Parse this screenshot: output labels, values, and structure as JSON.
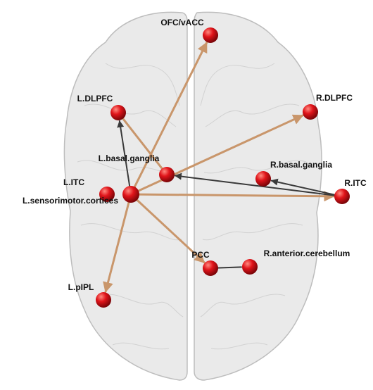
{
  "nodes": [
    {
      "id": "ofc",
      "label": "OFC/vACC"
    },
    {
      "id": "ldlpfc",
      "label": "L.DLPFC"
    },
    {
      "id": "rdlpfc",
      "label": "R.DLPFC"
    },
    {
      "id": "lbg",
      "label": "L.basal.ganglia"
    },
    {
      "id": "rbg",
      "label": "R.basal.ganglia"
    },
    {
      "id": "litc",
      "label": "L.ITC"
    },
    {
      "id": "ritc",
      "label": "R.ITC"
    },
    {
      "id": "lsm",
      "label": "L.sensorimotor.cortices"
    },
    {
      "id": "pcc",
      "label": "PCC"
    },
    {
      "id": "rac",
      "label": "R.anterior.cerebellum"
    },
    {
      "id": "lpipl",
      "label": "L.pIPL"
    }
  ],
  "edges": [
    {
      "from": "lsm",
      "to": "ofc",
      "style": "tan",
      "arrow": true
    },
    {
      "from": "lsm",
      "to": "rdlpfc",
      "style": "tan",
      "arrow": true
    },
    {
      "from": "lsm",
      "to": "ritc",
      "style": "tan",
      "arrow": true
    },
    {
      "from": "lsm",
      "to": "pcc",
      "style": "tan",
      "arrow": true
    },
    {
      "from": "lsm",
      "to": "lpipl",
      "style": "tan",
      "arrow": true
    },
    {
      "from": "lsm",
      "to": "ldlpfc",
      "style": "dark",
      "arrow": true
    },
    {
      "from": "ldlpfc",
      "to": "lbg",
      "style": "tan",
      "arrow": false
    },
    {
      "from": "ritc",
      "to": "lbg",
      "style": "dark",
      "arrow": true
    },
    {
      "from": "ritc",
      "to": "rbg",
      "style": "dark",
      "arrow": true
    },
    {
      "from": "pcc",
      "to": "rac",
      "style": "dark",
      "arrow": false
    }
  ],
  "colors": {
    "node": "#e0141a",
    "edge_tan": "#c9966b",
    "edge_dark": "#3a3a3a",
    "brain": "#e3e3e3",
    "brain_outline": "#bdbdbd"
  }
}
